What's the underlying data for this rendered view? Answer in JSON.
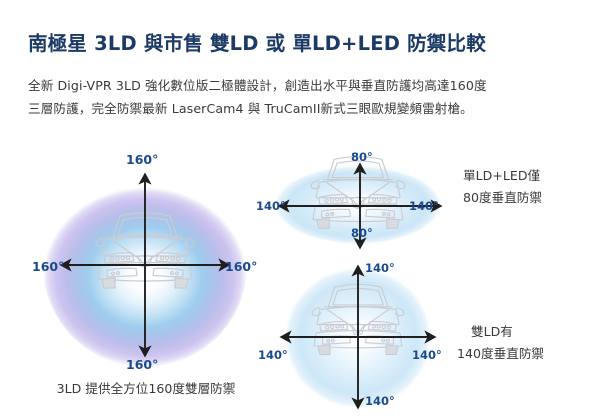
{
  "header": {
    "title": "南極星  3LD  與市售  雙LD  或  單LD+LED  防禦比較",
    "intro_line1": "全新  Digi-VPR  3LD  強化數位版二極體設計，創造出水平與垂直防護均高達160度",
    "intro_line2": "三層防護，完全防禦最新 LaserCam4 與 TruCamII新式三眼歐規變頻雷射槍。"
  },
  "diagrams": {
    "triple_ld": {
      "name": "3LD",
      "labels": {
        "top": "160°",
        "bottom": "160°",
        "left": "160°",
        "right": "160°"
      },
      "caption": "3LD 提供全方位160度雙層防禦"
    },
    "single_ld_led": {
      "name": "單LD+LED",
      "labels": {
        "top": "80°",
        "bottom": "80°",
        "left": "140°",
        "right": "140°"
      },
      "caption_line1": "單LD+LED僅",
      "caption_line2": "80度垂直防禦"
    },
    "dual_ld": {
      "name": "雙LD",
      "labels": {
        "top": "140°",
        "bottom": "140°",
        "left": "140°",
        "right": "140°"
      },
      "caption_line1": "雙LD有",
      "caption_line2": "140度垂直防禦"
    }
  },
  "colors": {
    "title": "#1c3a66",
    "body_text": "#3b3b3b",
    "degree_label": "#1b4a8c",
    "arrow": "#1f1f1f",
    "car_outline": "#c9ccd2",
    "halo_outer_purple": "#cdc4ef",
    "halo_mid_blue": "#9fcdee",
    "halo_light_blue": "#cbe6f7",
    "background": "#ffffff"
  }
}
